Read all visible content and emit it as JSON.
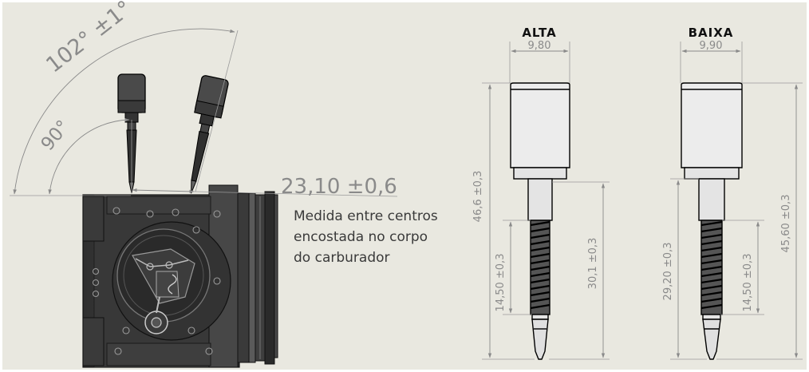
{
  "views": {
    "alta": {
      "title": "ALTA"
    },
    "baixa": {
      "title": "BAIXA"
    }
  },
  "dimensions": {
    "angle_102": "102° ±1°",
    "angle_90": "90°",
    "center_distance": "23,10 ±0,6",
    "alta_width": "9,80",
    "alta_total_length": "46,6 ±0,3",
    "alta_thread_length": "14,50 ±0,3",
    "alta_shank_length": "30,1 ±0,3",
    "baixa_width": "9,90",
    "baixa_total_length": "45,60 ±0,3",
    "baixa_thread_length": "14,50 ±0,3",
    "baixa_shank_length": "29,20 ±0,3"
  },
  "note": {
    "lines": [
      "Medida entre centros",
      "encostada no corpo",
      "do carburador"
    ]
  },
  "colors": {
    "background": "#e9e8e0",
    "dimension_line": "#8a8a8a",
    "part_dark": "#3c3c3c",
    "part_outline": "#000000"
  }
}
